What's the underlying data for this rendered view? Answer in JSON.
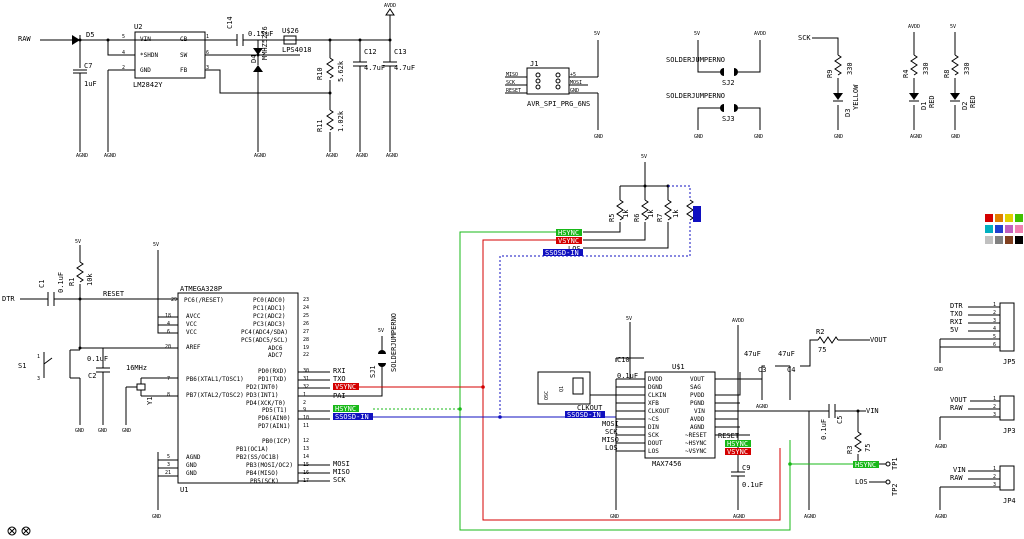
{
  "labels": {
    "raw": "RAW",
    "d5": "D5",
    "c7": "C7",
    "c7_val": "1uF",
    "agnd": "AGND",
    "gnd": "GND",
    "u2": "U2",
    "u2_vin": "VIN",
    "u2_shdn": "*SHDN",
    "u2_gnd": "GND",
    "u2_cb": "CB",
    "u2_sw": "SW",
    "u2_fb": "FB",
    "pin1": "1",
    "pin2": "2",
    "pin3": "3",
    "pin4": "4",
    "pin5": "5",
    "pin6": "6",
    "lm2842y": "LM2842Y",
    "c14": "C14",
    "c14_val": "0.15uF",
    "d4": "D4",
    "d4_part": "MMHZ5226",
    "u26": "U$26",
    "lps4018": "LPS4018",
    "r10": "R10",
    "r10_val": "5.62k",
    "r11": "R11",
    "r11_val": "1.02k",
    "c12": "C12",
    "c12_val": "4.7uF",
    "c13": "C13",
    "c13_val": "4.7uF",
    "avdd": "AVDD",
    "j1": "J1",
    "miso": "MISO",
    "sck": "SCK",
    "reset": "RESET",
    "plus5": "+5",
    "mosi": "MOSI",
    "v5": "5V",
    "avr_spi": "AVR_SPI_PRG_6NS",
    "solderjumper": "SOLDERJUMPERNO",
    "sj1": "SJ1",
    "sj2": "SJ2",
    "sj3": "SJ3",
    "r9": "R9",
    "v330": "330",
    "d3": "D3",
    "yellow": "YELLOW",
    "r4": "R4",
    "d1": "D1",
    "red": "RED",
    "r8": "R8",
    "d2": "D2",
    "atmega": "ATMEGA328P",
    "u1": "U1",
    "pc6": "PC6(/RESET)",
    "avcc": "AVCC",
    "vcc": "VCC",
    "aref": "AREF",
    "pb6": "PB6(XTAL1/TOSC1)",
    "pb7": "PB7(XTAL2/TOSC2)",
    "pc0": "PC0(ADC0)",
    "pc1": "PC1(ADC1)",
    "pc2": "PC2(ADC2)",
    "pc3": "PC3(ADC3)",
    "pc4": "PC4(ADC4/SDA)",
    "pc5": "PC5(ADC5/SCL)",
    "adc6": "ADC6",
    "adc7": "ADC7",
    "pd0": "PD0(RXD)",
    "pd1": "PD1(TXD)",
    "pd2": "PD2(INT0)",
    "pd3": "PD3(INT1)",
    "pd4": "PD4(XCK/T0)",
    "pd5": "PD5(T1)",
    "pd6": "PD6(AIN0)",
    "pd7": "PD7(AIN1)",
    "pb0": "PB0(ICP)",
    "pb1": "PB1(OC1A)",
    "pb2": "PB2(SS/OC1B)",
    "pb3": "PB3(MOSI/OC2)",
    "pb4": "PB4(MISO)",
    "pb5": "PB5(SCK)",
    "rx1": "RXI",
    "tx0": "TXO",
    "pai": "PAI",
    "rxi": "RXI",
    "vsync": "VSYNC",
    "hsync": "HSYNC",
    "ssosd": "SSOSD-IN",
    "dtr": "DTR",
    "c1": "C1",
    "c1_val": "0.1uF",
    "r1": "R1",
    "r1_val": "10k",
    "s1": "S1",
    "pin_1": "1",
    "pin_3": "3",
    "c2": "C2",
    "c2_val": "0.1uF",
    "crystal": "16MHz",
    "y1": "Y1",
    "r5": "R5",
    "r6": "R6",
    "r7": "R7",
    "v1k": "1k",
    "los": "LOS",
    "u1s": "U$1",
    "max7456": "MAX7456",
    "dvdd": "DVDD",
    "dgnd": "DGND",
    "clkin": "CLKIN",
    "xfb": "XFB",
    "clkout": "CLKOUT",
    "cs": "~CS",
    "din": "DIN",
    "dout": "DOUT",
    "vout": "VOUT",
    "sag": "SAG",
    "pvdd": "PVDD",
    "pgnd": "PGND",
    "vin": "VIN",
    "nreset": "~RESET",
    "nhsync": "~HSYNC",
    "nvsync": "~VSYNC",
    "c10": "C10",
    "c10_val": "0.1uF",
    "q1": "Q1",
    "osc": "OSC",
    "c9": "C9",
    "c9_val": "0.1uF",
    "c3": "C3",
    "c4": "C4",
    "c3_val": "47uF",
    "c4_val": "47uF",
    "r2": "R2",
    "v75": "75",
    "c5": "C5",
    "c5_val": "0.1uF",
    "r3": "R3",
    "tp1": "TP1",
    "tp2": "TP2",
    "jp5": "JP5",
    "jp3": "JP3",
    "jp4": "JP4"
  },
  "colors": {
    "hsync": "#18b818",
    "vsync": "#d40000",
    "ssosd": "#1010c0"
  }
}
